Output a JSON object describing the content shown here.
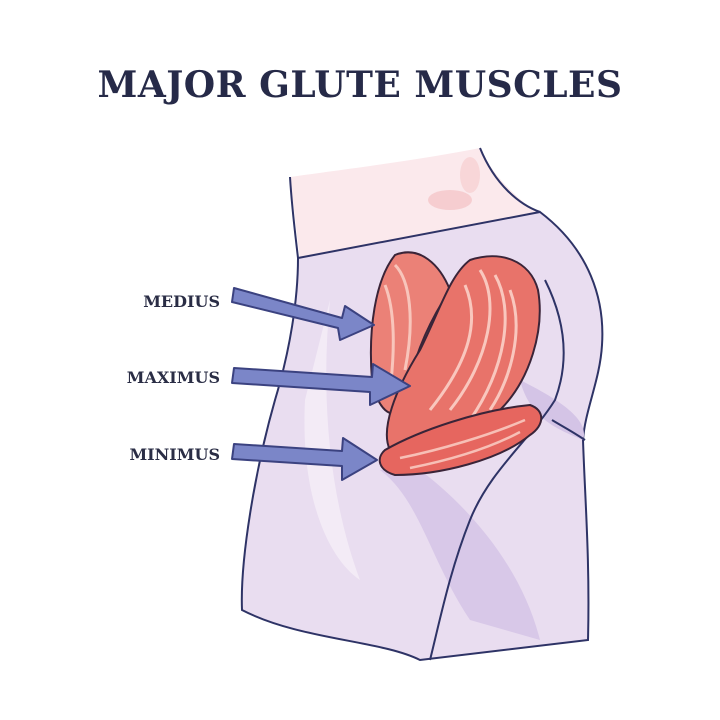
{
  "title": "MAJOR GLUTE MUSCLES",
  "labels": {
    "medius": "MEDIUS",
    "maximus": "MAXIMUS",
    "minimus": "MINIMUS"
  },
  "colors": {
    "title": "#262a48",
    "arrow_fill": "#7b86c8",
    "arrow_stroke": "#3b4280",
    "body_skin": "#fbe9ec",
    "body_clothing": "#e9ddf0",
    "clothing_shadow": "#d4c4e6",
    "muscle": "#e8736a",
    "muscle_light": "#f6c1b4",
    "outline": "#2e3366"
  }
}
